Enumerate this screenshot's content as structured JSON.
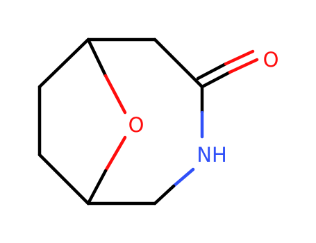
{
  "structure": {
    "atoms": [
      {
        "label": "O",
        "element": "oxygen",
        "color": "#ff0d0d"
      },
      {
        "label": "O",
        "element": "oxygen",
        "color": "#ff0d0d"
      },
      {
        "label": "NH",
        "element": "nitrogen",
        "color": "#3050f8"
      }
    ],
    "colors": {
      "bond": "#000000",
      "oxygen": "#ff0d0d",
      "nitrogen": "#3050f8",
      "background": "#ffffff"
    }
  }
}
